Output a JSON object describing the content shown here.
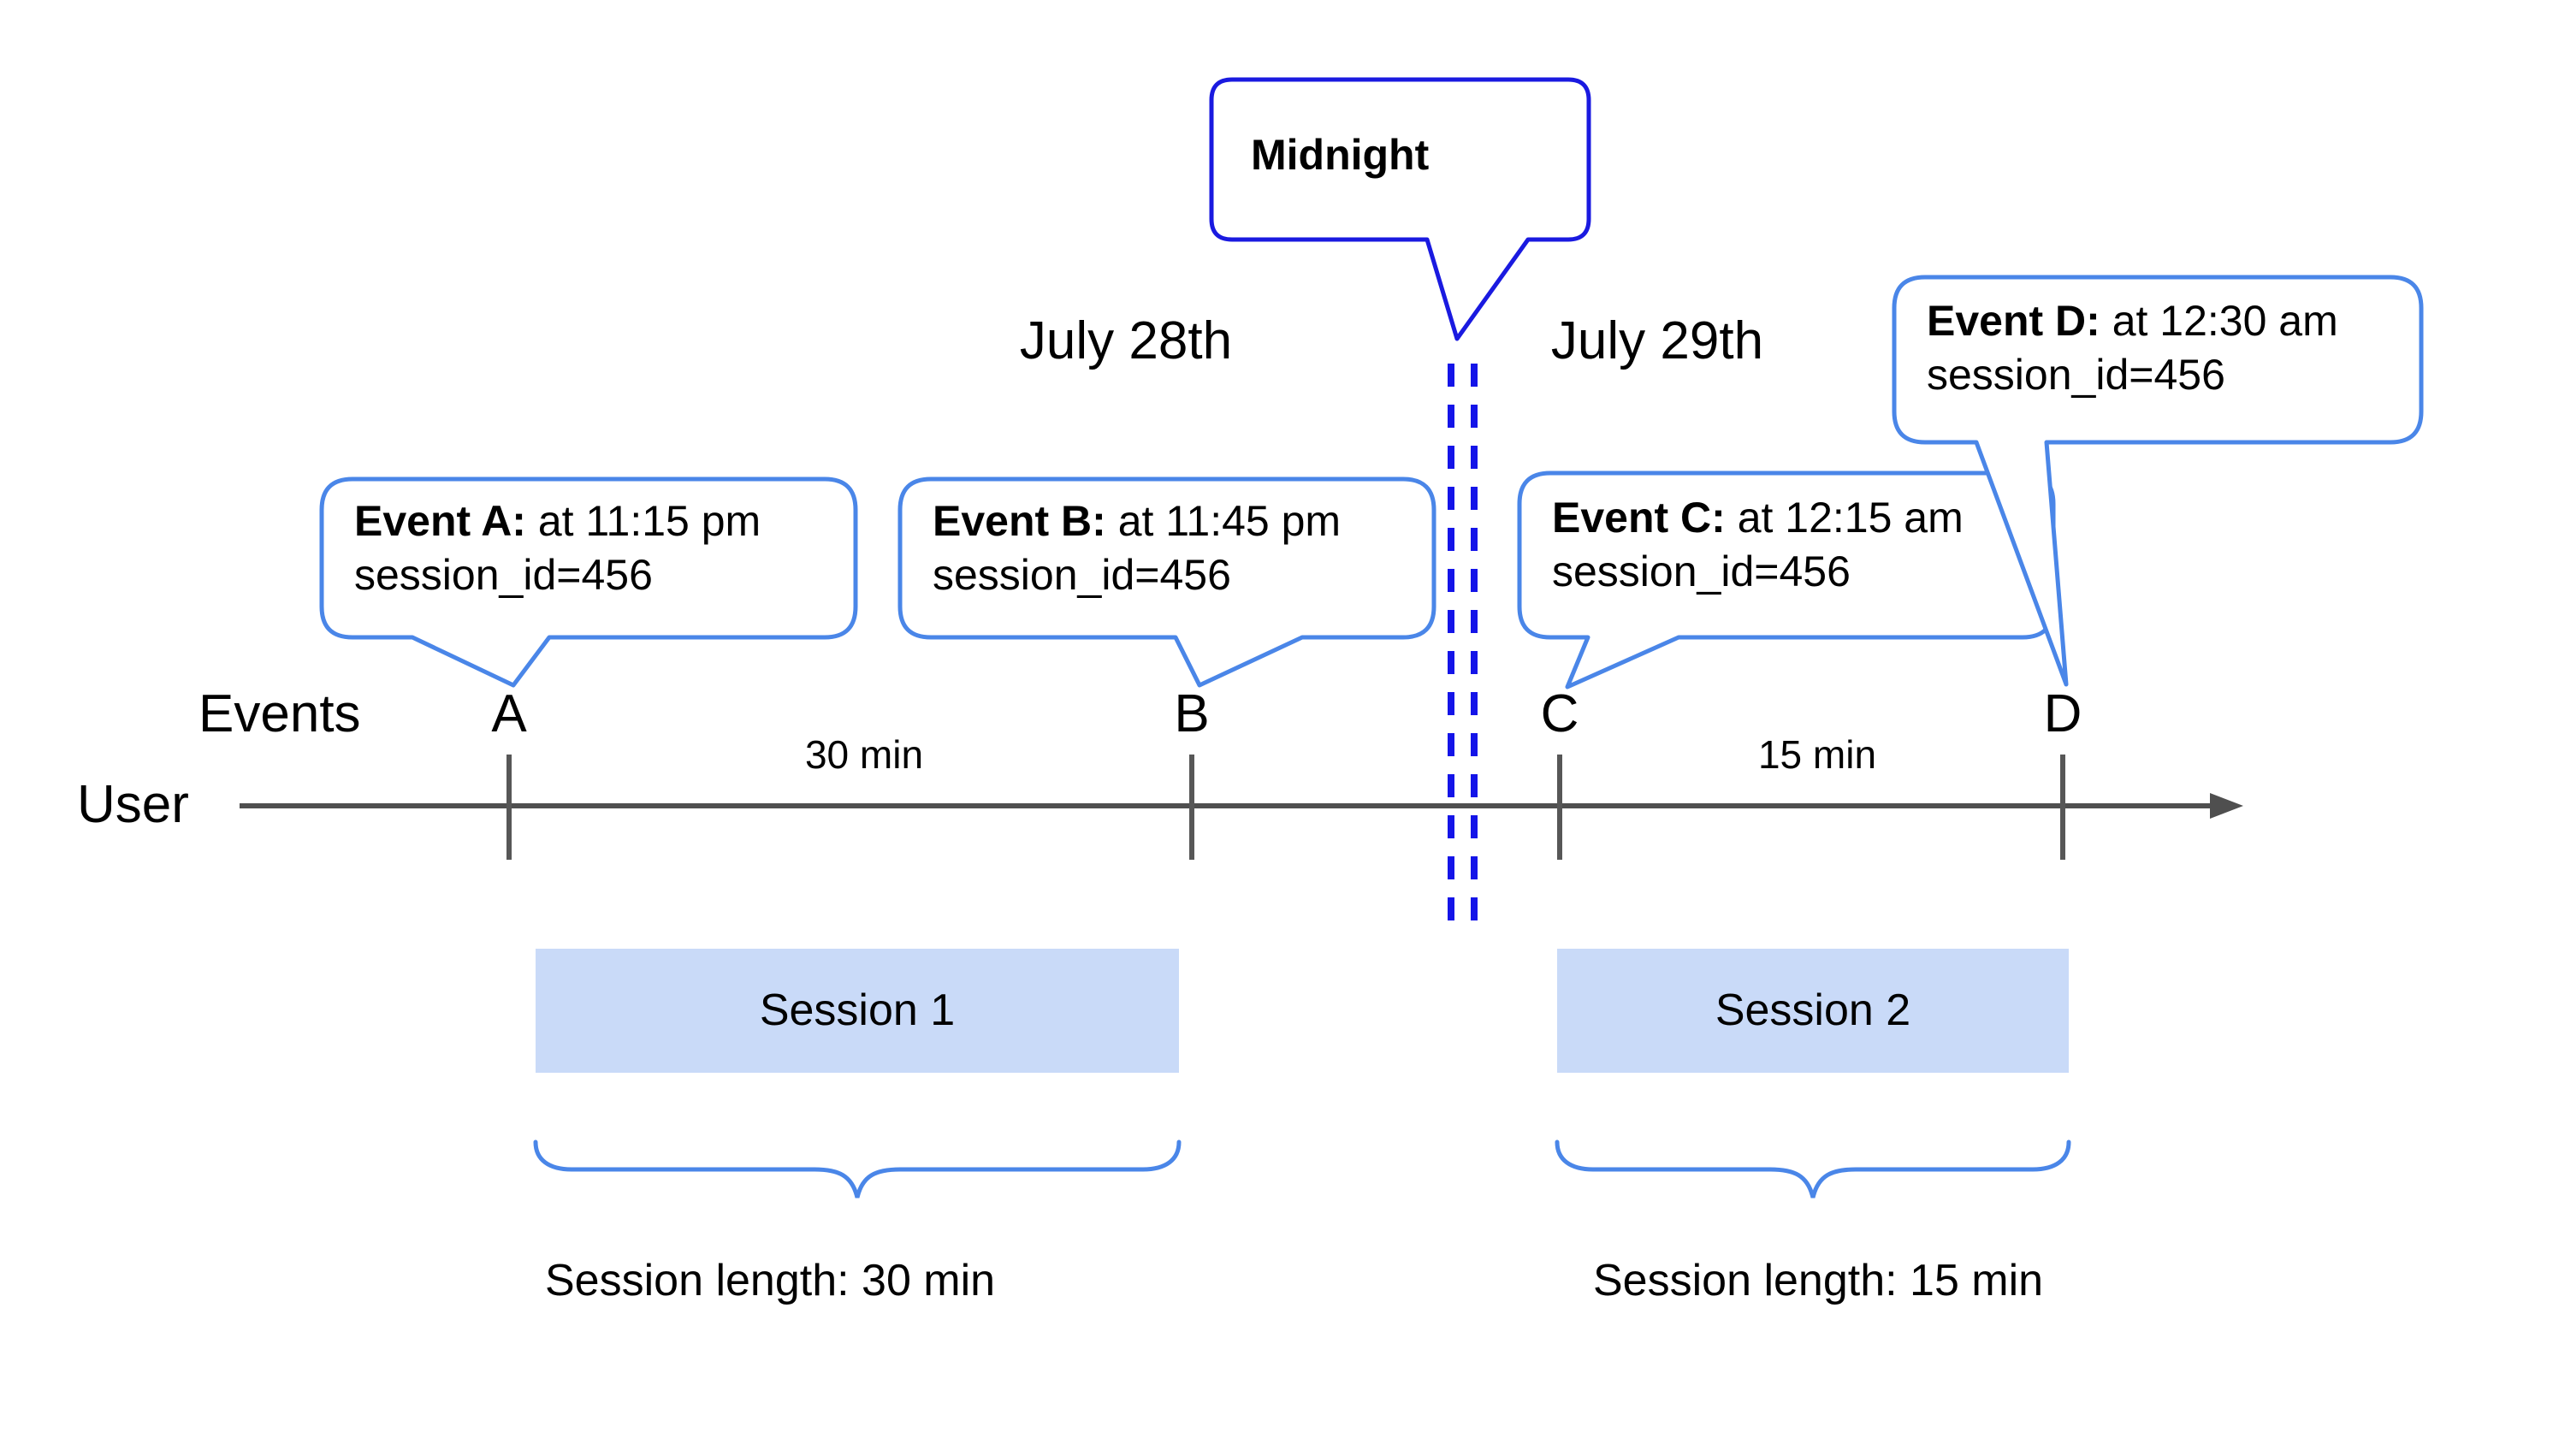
{
  "diagram": {
    "midnight_callout": {
      "label": "Midnight"
    },
    "date_labels": {
      "before": "July 28th",
      "after": "July 29th"
    },
    "axis": {
      "events_label": "Events",
      "user_label": "User"
    },
    "event_markers": [
      {
        "letter": "A",
        "callout_bold": "Event A:",
        "callout_rest": " at 11:15 pm",
        "callout_line2": "session_id=456"
      },
      {
        "letter": "B",
        "callout_bold": "Event B:",
        "callout_rest": " at 11:45 pm",
        "callout_line2": "session_id=456"
      },
      {
        "letter": "C",
        "callout_bold": "Event C:",
        "callout_rest": " at 12:15 am",
        "callout_line2": "session_id=456"
      },
      {
        "letter": "D",
        "callout_bold": "Event D:",
        "callout_rest": " at 12:30 am",
        "callout_line2": "session_id=456"
      }
    ],
    "gap_labels": [
      "30 min",
      "15 min"
    ],
    "sessions": [
      {
        "label": "Session 1",
        "length_label": "Session length: 30 min"
      },
      {
        "label": "Session 2",
        "length_label": "Session length: 15 min"
      }
    ],
    "colors": {
      "event_callout_border": "#4a86e8",
      "midnight_border": "#1a1ae0",
      "midnight_dash": "#1414e8",
      "session_fill": "#c9daf8",
      "timeline": "#4f4f4f",
      "tick": "#575757",
      "text": "#000000"
    }
  }
}
